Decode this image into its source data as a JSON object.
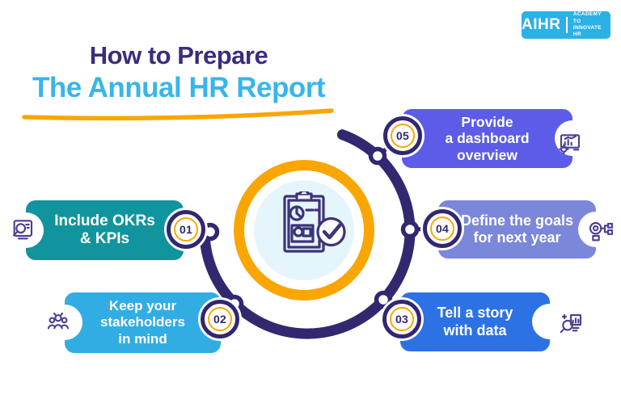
{
  "logo": {
    "brand": "AIHR",
    "tagline_line1": "ACADEMY TO",
    "tagline_line2": "INNOVATE HR",
    "bg_color": "#2BB1E6"
  },
  "title": {
    "line1": "How to Prepare",
    "line2": "The Annual HR Report",
    "line1_color": "#3A2D7D",
    "line2_color": "#38B5EB",
    "underline_color": "#F9A602"
  },
  "center": {
    "icon": "hr-report-checklist",
    "ring_color": "#F9A602",
    "inner_color": "#E5F5FC",
    "arc_color": "#312870"
  },
  "badge_style": {
    "border_color": "#312870",
    "ring_color": "#F9A602",
    "number_color": "#312870"
  },
  "steps": [
    {
      "number": "01",
      "label": "Include OKRs\n& KPIs",
      "icon": "okr-search-icon",
      "color": "#12949E"
    },
    {
      "number": "02",
      "label": "Keep your\nstakeholders\nin mind",
      "icon": "stakeholders-icon",
      "color": "#31ADE4"
    },
    {
      "number": "03",
      "label": "Tell a story\nwith data",
      "icon": "data-story-icon",
      "color": "#2D72E4"
    },
    {
      "number": "04",
      "label": "Define the goals\nfor next year",
      "icon": "goals-icon",
      "color": "#7B87D9"
    },
    {
      "number": "05",
      "label": "Provide\na dashboard\noverview",
      "icon": "dashboard-icon",
      "color": "#5C5CE8"
    }
  ]
}
